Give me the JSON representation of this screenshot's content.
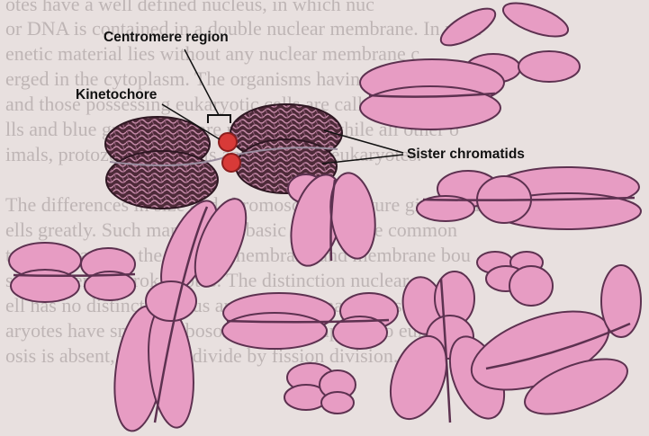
{
  "labels": {
    "centromere": "Centromere region",
    "kinetochore": "Kinetochore",
    "sister_chromatids": "Sister chromatids"
  },
  "background_text": [
    "otes have a well defined nucleus, in which nuc",
    "or DNA is contained in a double nuclear membrane. In prok",
    "enetic material lies without any nuclear membrane c",
    "erged in the cytoplasm. The organisms having prokaryotic c",
    "and those possessing eukaryotic cells are called eukaryotes",
    "lls and blue green algae are prokaryotes, while all other o",
    "imals, protozoans, animals and fungi are eukaryotes.",
    "",
    "The differences in size and chromosome structure given in Fig 4.7",
    "ells greatly. Such many of the basic features are common",
    "ts. For example, the nuclear membrane and membrane bou",
    "s are absent in prokaryotes. The distinction nuclear",
    "ell has no distinct nucleus and its DNA material is direct",
    "aryotes have smaller ribosomes 70S compared to euka",
    "osis is absent, and they divide by fission division. Be"
  ],
  "colors": {
    "chromosome_fill": "#e79cc3",
    "chromosome_stroke": "#5d3150",
    "condensed_fill": "#4d2a38",
    "kinetochore": "#d83a38"
  }
}
